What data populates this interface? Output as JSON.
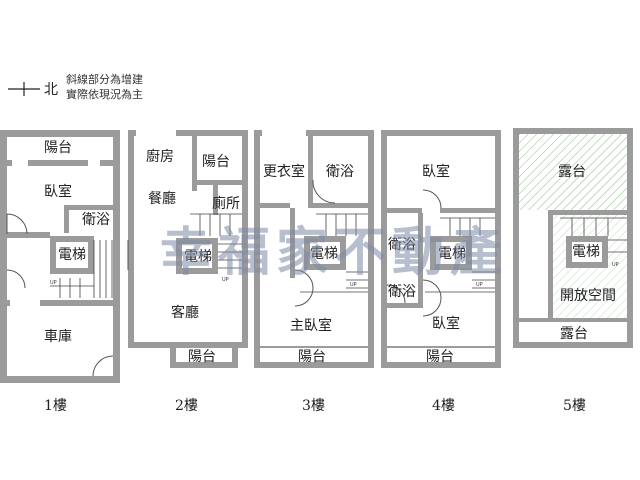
{
  "compass": {
    "north_label": "北"
  },
  "notes": [
    "斜線部分為增建",
    "實際依現況為主"
  ],
  "watermark": "幸福家不動產",
  "floors": [
    {
      "floor_label": "1樓",
      "rooms": [
        "陽台",
        "臥室",
        "衛浴",
        "電梯",
        "車庫"
      ]
    },
    {
      "floor_label": "2樓",
      "rooms": [
        "廚房",
        "陽台",
        "餐廳",
        "廁所",
        "電梯",
        "客廳",
        "陽台"
      ]
    },
    {
      "floor_label": "3樓",
      "rooms": [
        "更衣室",
        "衛浴",
        "電梯",
        "主臥室",
        "陽台"
      ]
    },
    {
      "floor_label": "4樓",
      "rooms": [
        "臥室",
        "衛浴",
        "電梯",
        "衛浴",
        "臥室",
        "陽台"
      ]
    },
    {
      "floor_label": "5樓",
      "rooms": [
        "露台",
        "電梯",
        "開放空間",
        "露台"
      ]
    }
  ],
  "stair_marks": [
    "UP",
    "UP",
    "UP",
    "UP",
    "UP"
  ],
  "colors": {
    "wall": "#9b9b9b",
    "watermark": "#7d8aa6",
    "hatch_green": "#8fbf8f"
  }
}
